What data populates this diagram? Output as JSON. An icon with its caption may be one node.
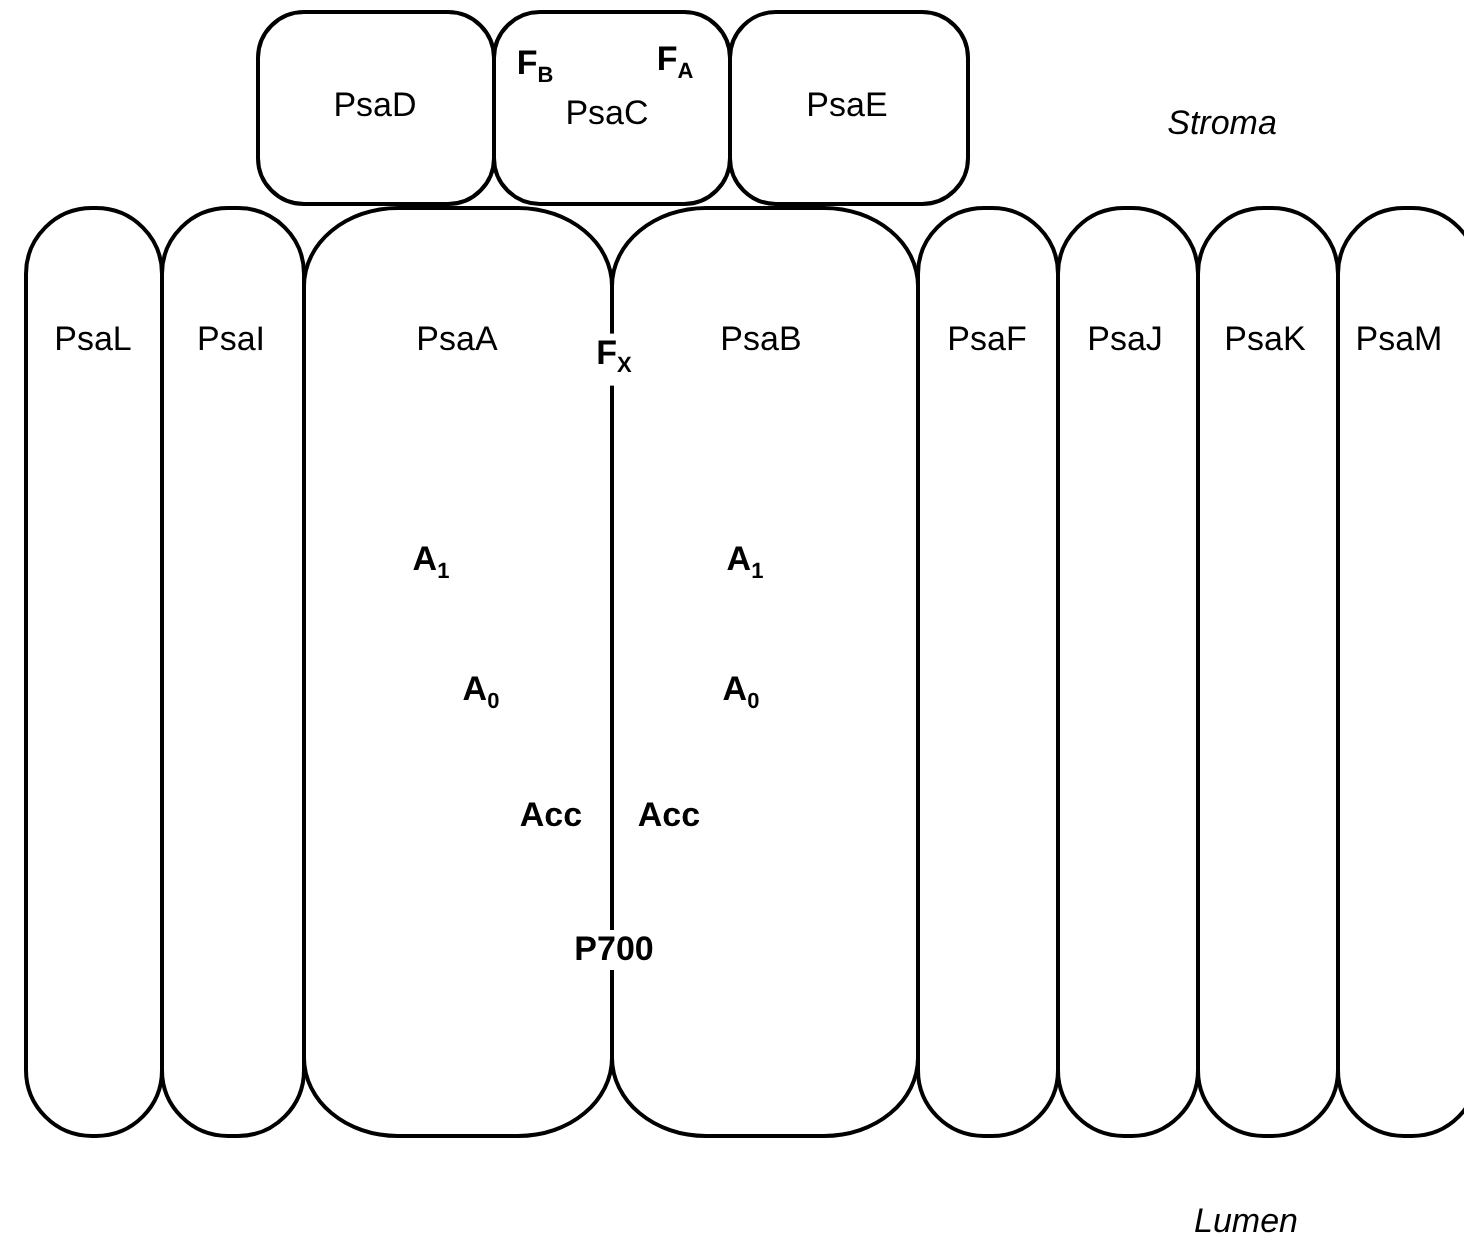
{
  "diagram": {
    "nodes": [
      {
        "text": [
          "PsaD"
        ]
      },
      {
        "text": [
          "F$_{B}$",
          "F$_{A}$",
          "PsaC"
        ]
      },
      {
        "text": [
          "PsaE"
        ]
      },
      {
        "text": [
          "PsaL"
        ]
      },
      {
        "text": [
          "PsaI"
        ]
      },
      {
        "text": [
          "PsaA",
          "A$_{1}$",
          "A$_{0}$",
          "Acc"
        ]
      },
      {
        "text": [
          "PsaB",
          "A$_{1}$",
          "A$_{0}$",
          "Acc"
        ]
      },
      {
        "text": [
          "PsaF"
        ]
      },
      {
        "text": [
          "PsaJ"
        ]
      },
      {
        "text": [
          "PsaK"
        ]
      },
      {
        "text": [
          "PsaM"
        ]
      }
    ],
    "labels": [
      "Stroma",
      "F$_{X}$",
      "P700",
      "Lumen"
    ]
  }
}
